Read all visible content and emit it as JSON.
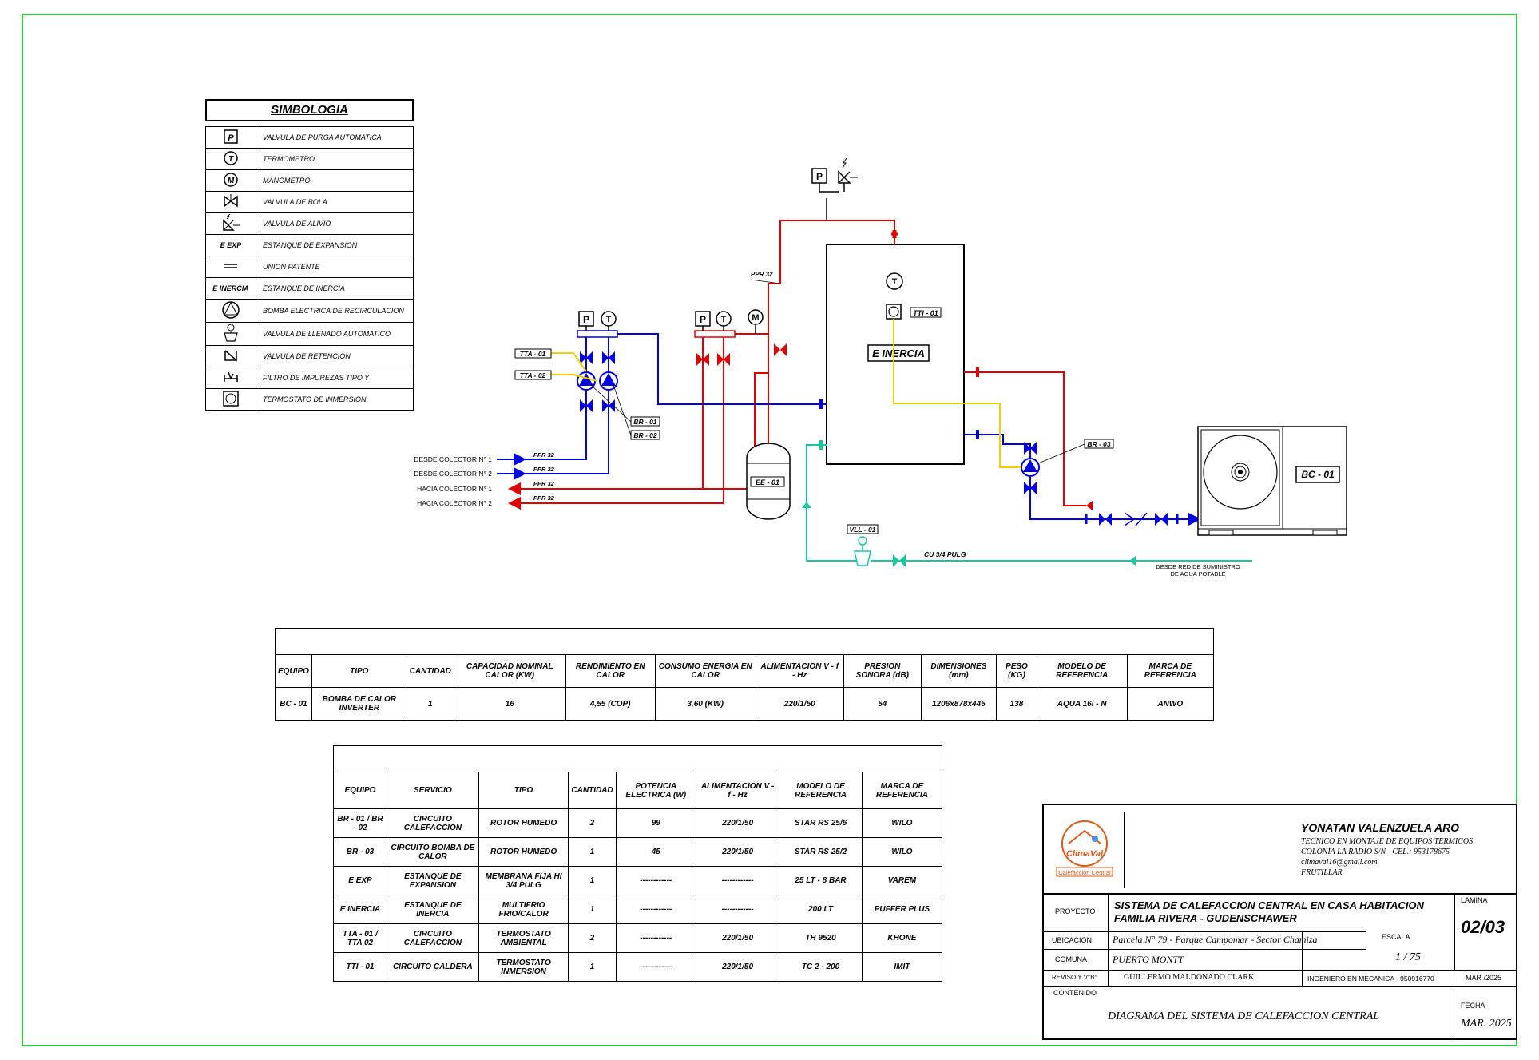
{
  "symbology": {
    "title": "SIMBOLOGIA",
    "items": [
      {
        "symbol": "P",
        "label": "VALVULA DE PURGA AUTOMATICA"
      },
      {
        "symbol": "T",
        "label": "TERMOMETRO"
      },
      {
        "symbol": "M",
        "label": "MANOMETRO"
      },
      {
        "symbol": "",
        "label": "VALVULA DE BOLA"
      },
      {
        "symbol": "",
        "label": "VALVULA DE ALIVIO"
      },
      {
        "symbol": "E EXP",
        "label": "ESTANQUE DE EXPANSION"
      },
      {
        "symbol": "",
        "label": "UNION PATENTE"
      },
      {
        "symbol": "E INERCIA",
        "label": "ESTANQUE DE INERCIA"
      },
      {
        "symbol": "",
        "label": "BOMBA ELECTRICA DE RECIRCULACION"
      },
      {
        "symbol": "",
        "label": "VALVULA DE LLENADO AUTOMATICO"
      },
      {
        "symbol": "",
        "label": "VALVULA DE RETENCION"
      },
      {
        "symbol": "",
        "label": "FILTRO DE IMPUREZAS TIPO Y"
      },
      {
        "symbol": "",
        "label": "TERMOSTATO DE INMERSION"
      }
    ]
  },
  "diagram": {
    "labels": {
      "tta01": "TTA - 01",
      "tta02": "TTA - 02",
      "br01": "BR - 01",
      "br02": "BR - 02",
      "br03": "BR - 03",
      "tti01": "TTI - 01",
      "einercia": "E INERCIA",
      "ee01": "EE - 01",
      "bc01": "BC - 01",
      "vll01": "VLL - 01",
      "ppr_main": "PPR 32",
      "cu": "CU 3/4 PULG",
      "supply1": "DESDE RED DE SUMINISTRO",
      "supply2": "DE AGUA POTABLE"
    },
    "collectors": [
      {
        "label": "DESDE COLECTOR N° 1",
        "pipe": "PPR 32"
      },
      {
        "label": "DESDE COLECTOR N° 2",
        "pipe": "PPR 32"
      },
      {
        "label": "HACIA COLECTOR N° 1",
        "pipe": "PPR 32"
      },
      {
        "label": "HACIA COLECTOR N° 2",
        "pipe": "PPR 32"
      }
    ],
    "colors": {
      "supply": "#e00000",
      "return": "#0000e0",
      "water": "#18c9a0",
      "signal": "#f0d000"
    }
  },
  "equipment1": {
    "headers": [
      "EQUIPO",
      "TIPO",
      "CANTIDAD",
      "CAPACIDAD NOMINAL CALOR (KW)",
      "RENDIMIENTO EN CALOR",
      "CONSUMO ENERGIA EN CALOR",
      "ALIMENTACION V - f - Hz",
      "PRESION SONORA (dB)",
      "DIMENSIONES (mm)",
      "PESO (KG)",
      "MODELO DE REFERENCIA",
      "MARCA DE REFERENCIA"
    ],
    "rows": [
      [
        "BC - 01",
        "BOMBA DE CALOR INVERTER",
        "1",
        "16",
        "4,55 (COP)",
        "3,60 (KW)",
        "220/1/50",
        "54",
        "1206x878x445",
        "138",
        "AQUA 16i - N",
        "ANWO"
      ]
    ]
  },
  "equipment2": {
    "headers": [
      "EQUIPO",
      "SERVICIO",
      "TIPO",
      "CANTIDAD",
      "POTENCIA ELECTRICA (W)",
      "ALIMENTACION V - f - Hz",
      "MODELO DE REFERENCIA",
      "MARCA DE REFERENCIA"
    ],
    "rows": [
      [
        "BR - 01 / BR - 02",
        "CIRCUITO CALEFACCION",
        "ROTOR HUMEDO",
        "2",
        "99",
        "220/1/50",
        "STAR RS 25/6",
        "WILO"
      ],
      [
        "BR - 03",
        "CIRCUITO BOMBA DE CALOR",
        "ROTOR HUMEDO",
        "1",
        "45",
        "220/1/50",
        "STAR RS 25/2",
        "WILO"
      ],
      [
        "E EXP",
        "ESTANQUE DE EXPANSION",
        "MEMBRANA FIJA HI 3/4 PULG",
        "1",
        "------------",
        "------------",
        "25 LT - 8 BAR",
        "VAREM"
      ],
      [
        "E INERCIA",
        "ESTANQUE DE INERCIA",
        "MULTIFRIO FRIO/CALOR",
        "1",
        "------------",
        "------------",
        "200 LT",
        "PUFFER PLUS"
      ],
      [
        "TTA - 01 / TTA 02",
        "CIRCUITO CALEFACCION",
        "TERMOSTATO AMBIENTAL",
        "2",
        "------------",
        "220/1/50",
        "TH 9520",
        "KHONE"
      ],
      [
        "TTI - 01",
        "CIRCUITO CALDERA",
        "TERMOSTATO INMERSION",
        "1",
        "------------",
        "220/1/50",
        "TC 2 - 200",
        "IMIT"
      ]
    ]
  },
  "titleblock": {
    "logo_name": "ClimaVal",
    "logo_sub": "Calefacción Central",
    "author": "YONATAN VALENZUELA ARO",
    "author_role": "TECNICO EN MONTAJE DE EQUIPOS TERMICOS",
    "address": "COLONIA LA RADIO S/N - CEL.: 953178675",
    "email": "climaval16@gmail.com",
    "city": "FRUTILLAR",
    "proyecto_label": "PROYECTO",
    "proyecto_1": "SISTEMA DE CALEFACCION CENTRAL EN CASA HABITACION",
    "proyecto_2": "FAMILIA RIVERA - GUDENSCHAWER",
    "lamina_label": "LAMINA",
    "lamina": "02/03",
    "ubicacion_label": "UBICACION",
    "ubicacion": "Parcela N° 79 - Parque Campomar - Sector Chamiza",
    "escala_label": "ESCALA",
    "escala": "1 / 75",
    "comuna_label": "COMUNA",
    "comuna": "PUERTO   MONTT",
    "reviso_label": "REVISO Y V°B°",
    "reviso": "GUILLERMO MALDONADO CLARK",
    "ingeniero": "INGENIERO EN MECANICA - 950916770",
    "reviso_fecha": "MAR /2025",
    "contenido_label": "CONTENIDO",
    "contenido": "DIAGRAMA DEL SISTEMA DE CALEFACCION CENTRAL",
    "fecha_label": "FECHA",
    "fecha": "MAR. 2025"
  }
}
